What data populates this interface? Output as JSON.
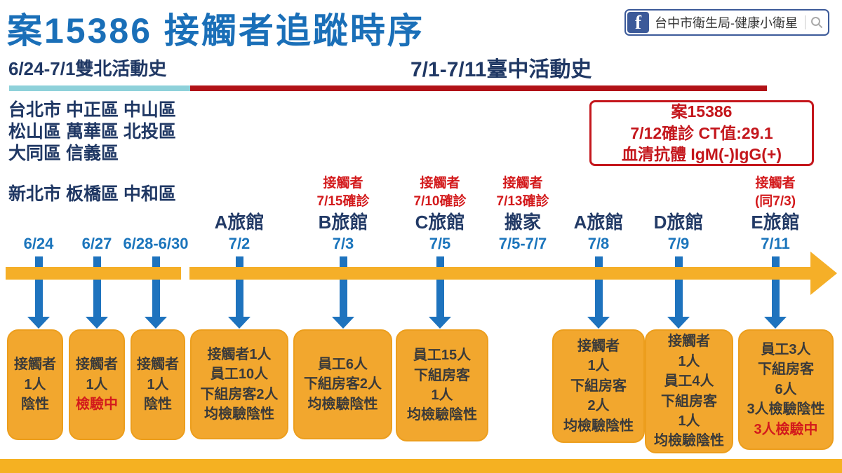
{
  "title": "案15386 接觸者追蹤時序",
  "facebook_badge": {
    "page_name": "台中市衛生局-健康小衛星",
    "logo_icon": "facebook-f",
    "search_icon": "magnifier"
  },
  "periods": [
    {
      "label": "6/24-7/1雙北活動史",
      "bar_color": "#8ed1da"
    },
    {
      "label": "7/1-7/11臺中活動史",
      "bar_color": "#b11217"
    }
  ],
  "districts": {
    "lines": [
      "台北市 中正區 中山區",
      "松山區 萬華區 北投區",
      "大同區 信義區",
      "",
      "新北市 板橋區 中和區"
    ]
  },
  "case_box": {
    "lines": [
      "案15386",
      "7/12確診 CT值:29.1",
      "血清抗體 IgM(-)IgG(+)"
    ]
  },
  "events": [
    {
      "date": "6/24",
      "location": "",
      "alert": [],
      "box_lines": [
        "接觸者",
        "1人",
        "陰性"
      ]
    },
    {
      "date": "6/27",
      "location": "",
      "alert": [],
      "box_lines": [
        "接觸者",
        "1人",
        {
          "text": "檢驗中",
          "red": true
        }
      ]
    },
    {
      "date": "6/28-6/30",
      "location": "",
      "alert": [],
      "box_lines": [
        "接觸者",
        "1人",
        "陰性"
      ]
    },
    {
      "date": "7/2",
      "location": "A旅館",
      "alert": [],
      "box_lines": [
        "接觸者1人",
        "員工10人",
        "下組房客2人",
        "均檢驗陰性"
      ]
    },
    {
      "date": "7/3",
      "location": "B旅館",
      "alert": [
        "接觸者",
        "7/15確診"
      ],
      "box_lines": [
        "員工6人",
        "下組房客2人",
        "均檢驗陰性"
      ]
    },
    {
      "date": "7/5",
      "location": "C旅館",
      "alert": [
        "接觸者",
        "7/10確診"
      ],
      "box_lines": [
        "員工15人",
        "下組房客",
        "1人",
        "均檢驗陰性"
      ]
    },
    {
      "date": "7/5-7/7",
      "location": "搬家",
      "alert": [
        "接觸者",
        "7/13確診"
      ],
      "box_lines": []
    },
    {
      "date": "7/8",
      "location": "A旅館",
      "alert": [],
      "box_lines": [
        "接觸者",
        "1人",
        "下組房客",
        "2人",
        "均檢驗陰性"
      ]
    },
    {
      "date": "7/9",
      "location": "D旅館",
      "alert": [],
      "box_lines": [
        "接觸者",
        "1人",
        "員工4人",
        "下組房客",
        "1人",
        "均檢驗陰性"
      ]
    },
    {
      "date": "7/11",
      "location": "E旅館",
      "alert": [
        "接觸者",
        "(同7/3)"
      ],
      "box_lines": [
        "員工3人",
        "下組房客",
        "6人",
        "3人檢驗陰性",
        {
          "text": "3人檢驗中",
          "red": true
        }
      ]
    }
  ],
  "colors": {
    "title_blue": "#1a6fb8",
    "navy_text": "#203864",
    "date_blue": "#1b75bc",
    "alert_red": "#d31a1c",
    "case_red": "#c4161c",
    "teal_bar": "#8ed1da",
    "dark_red_bar": "#b11217",
    "timeline_orange": "#f5af28",
    "box_orange": "#f2a72e",
    "arrow_blue": "#1e73be",
    "facebook_blue": "#3c5a99"
  }
}
